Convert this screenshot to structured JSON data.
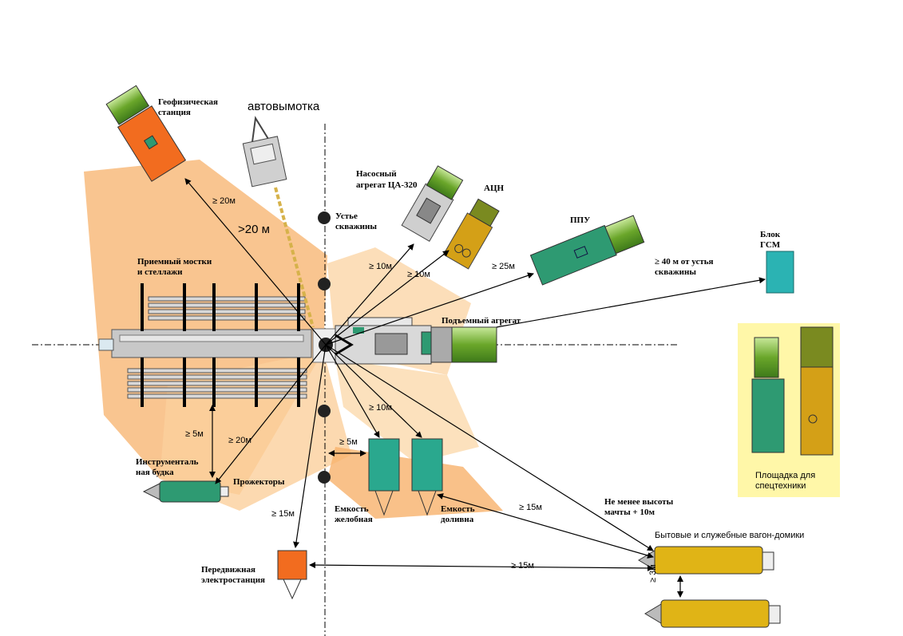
{
  "labels": {
    "geophys": [
      "Геофизическая",
      "станция"
    ],
    "autowinder": "автовымотка",
    "wellhead": [
      "Устье",
      "скважины"
    ],
    "pump_unit": [
      "Насосный",
      "агрегат ЦА-320"
    ],
    "acn": "АЦН",
    "ppu": "ППУ",
    "gsm_block": [
      "Блок",
      "ГСМ"
    ],
    "gsm_distance": [
      "≥ 40 м от устья",
      "скважины"
    ],
    "bridges": [
      "Приемный мостки",
      "и стеллажи"
    ],
    "lift_unit": "Подъемный агрегат",
    "tool_booth": [
      "Инструменталь",
      "ная  будка"
    ],
    "projectors": "Прожекторы",
    "tank_gutter": [
      "Емкость",
      "желобная"
    ],
    "tank_dosing": [
      "Емкость",
      "доливна"
    ],
    "mast_height": [
      "Не менее высоты",
      "мачты + 10м"
    ],
    "trailers": "Бытовые и служебные вагон-домики",
    "power_station": [
      "Передвижная",
      "электростанция"
    ],
    "vehicle_area": [
      "Площадка для",
      "спецтехники"
    ]
  },
  "distances": {
    "geophys": "≥ 20м",
    "autowinder": ">20 м",
    "pump_unit": "≥ 10м",
    "acn": "≥ 10м",
    "ppu": "≥ 25м",
    "tanks": "≥ 10м",
    "tank_side": "≥ 5м",
    "booth_vertical": "≥ 5м",
    "booth_diag": "≥ 20м",
    "power": "≥ 15м",
    "trailers_diag": "≥ 15м",
    "trailers_horiz": "≥ 15м",
    "trailer_gap": "≥ 3м"
  },
  "colors": {
    "zone_fill": "#f7b26b",
    "vehicle_green": "#2e9a72",
    "cab_green": "#7ab82e",
    "geo_orange": "#f26c1f",
    "acn_yellow": "#d4a017",
    "gsm_teal": "#2bb3b3",
    "trailer_yellow": "#e0b416",
    "tank_teal": "#2aa88e",
    "area_yellow": "#fff7a8"
  }
}
